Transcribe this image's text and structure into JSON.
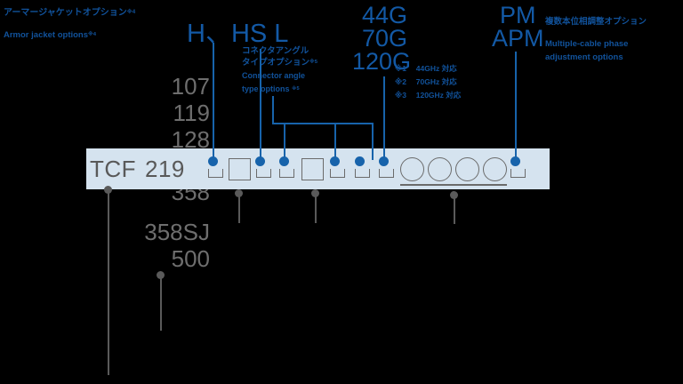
{
  "diagram": {
    "type": "part-number-configurator",
    "bar_color": "#d5e3ef",
    "accent_blue": "#11529b",
    "code_gray": "#6e6e6e"
  },
  "base_code": {
    "prefix": "TCF",
    "selected_variant": "219",
    "variants": [
      "107",
      "119",
      "128",
      "219",
      "358",
      "358SJ",
      "500"
    ]
  },
  "callouts": {
    "armor_jacket": {
      "jp": "アーマージャケットオプション",
      "jp_note": "※4",
      "en": "Armor jacket options",
      "en_note": "※4"
    },
    "connector_angle": {
      "jp_line1": "コネクタアングル",
      "jp_line2": "タイプオプション",
      "jp_note": "※5",
      "en_line1": "Connector angle",
      "en_line2": "type options",
      "en_note": "※5"
    },
    "phase_adjust": {
      "jp": "複数本位相調整オプション",
      "en_line1": "Multiple-cable phase",
      "en_line2": "adjustment options"
    }
  },
  "option_codes": {
    "angle_type": [
      "H、HS",
      "L"
    ],
    "angle_type_display": "H、HS  L",
    "frequency": [
      "44G",
      "70G",
      "120G"
    ],
    "phase": [
      "PM",
      "APM"
    ]
  },
  "footnotes": [
    {
      "mark": "※1",
      "text": "44GHz 対応"
    },
    {
      "mark": "※2",
      "text": "70GHz 対応"
    },
    {
      "mark": "※3",
      "text": "120GHz 対応"
    }
  ]
}
